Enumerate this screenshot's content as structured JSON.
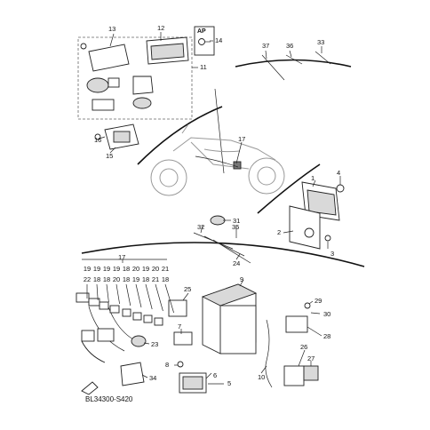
{
  "diagram": {
    "code": "BL34300-S420",
    "ap_label": "AP",
    "callouts": {
      "c1": "1",
      "c2": "2",
      "c3": "3",
      "c4": "4",
      "c5": "5",
      "c6": "6",
      "c7": "7",
      "c8": "8",
      "c9": "9",
      "c10": "10",
      "c11": "11",
      "c12": "12",
      "c13": "13",
      "c14": "14",
      "c15": "15",
      "c16": "16",
      "c17a": "17",
      "c17b": "17",
      "c23": "23",
      "c24": "24",
      "c25": "25",
      "c26": "26",
      "c27": "27",
      "c28": "28",
      "c29": "29",
      "c30": "30",
      "c31": "31",
      "c32": "32",
      "c33": "33",
      "c34": "34",
      "c35": "35",
      "c36": "36",
      "c37": "37"
    },
    "harness_row1": [
      "19",
      "19",
      "19",
      "19",
      "18",
      "20",
      "19",
      "20",
      "21"
    ],
    "harness_row2": [
      "22",
      "18",
      "18",
      "20",
      "18",
      "19",
      "18",
      "21",
      "18"
    ]
  }
}
